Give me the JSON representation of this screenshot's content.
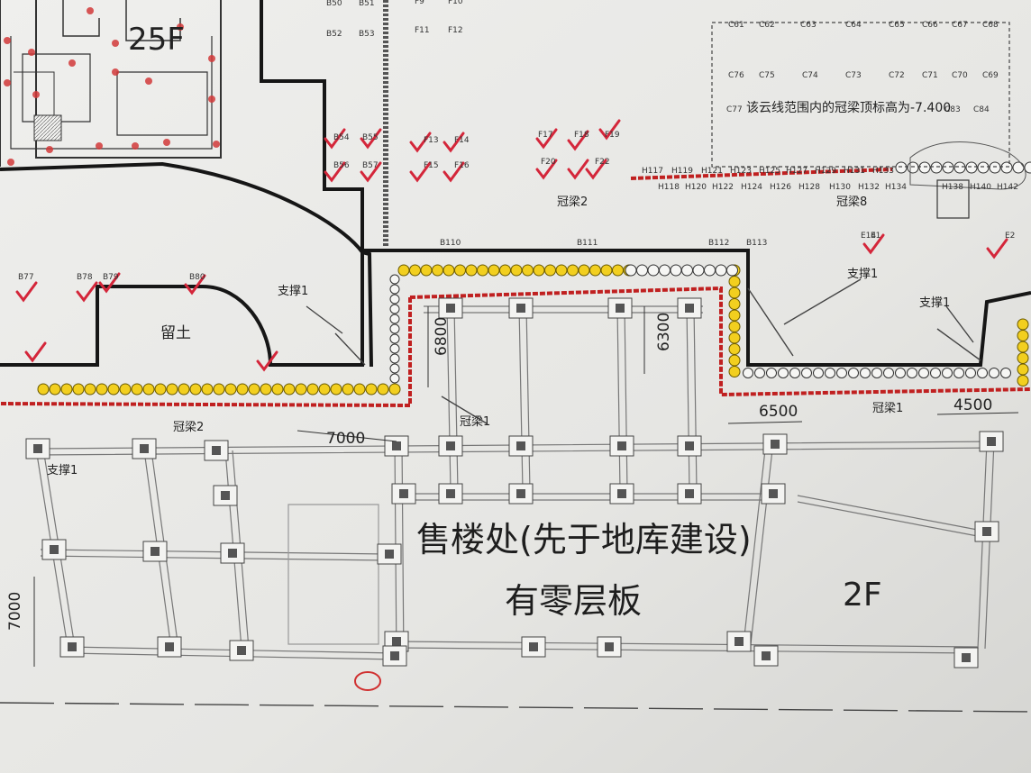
{
  "floors": {
    "top_left": "25F",
    "right": "2F"
  },
  "sales_office": {
    "line1": "售楼处(先于地库建设)",
    "line2": "有零层板"
  },
  "retained_soil": "留土",
  "note": "该云线范围内的冠梁顶标高为-7.400",
  "cap_beams": {
    "beam1": "冠梁1",
    "beam2": "冠梁2",
    "beam8": "冠梁8"
  },
  "supports": {
    "support1": "支撑1"
  },
  "dimensions": {
    "d6800": "6800",
    "d6300": "6300",
    "d7000": "7000",
    "d6500": "6500",
    "d4500": "4500"
  },
  "point_labels": {
    "top_b": [
      "B50",
      "B51",
      "B52",
      "B53",
      "B54",
      "B55",
      "B56",
      "B57"
    ],
    "top_f": [
      "F9",
      "F10",
      "F11",
      "F12",
      "F13",
      "F14",
      "F15",
      "F16",
      "F17",
      "F18",
      "F19",
      "F20",
      "F22"
    ],
    "c_row1": [
      "C61",
      "C62",
      "C63",
      "C64",
      "C65",
      "C66",
      "C67",
      "C68"
    ],
    "c_row2": [
      "C76",
      "C75",
      "C74",
      "C73",
      "C72",
      "C71",
      "C70",
      "C69"
    ],
    "c_row3": [
      "C77",
      "C83",
      "C84"
    ],
    "ring_b": [
      "B110",
      "B111",
      "B112",
      "B113"
    ],
    "left_b": [
      "B77",
      "B78",
      "B79",
      "B80"
    ],
    "h_row_top": [
      "H117",
      "H119",
      "H121",
      "H123",
      "H125",
      "H127",
      "H129",
      "H131",
      "H133"
    ],
    "h_row_bottom": [
      "H118",
      "H120",
      "H122",
      "H124",
      "H126",
      "H128",
      "H130",
      "H132",
      "H134",
      "H138",
      "H140",
      "H142"
    ],
    "e_marks": [
      "E1",
      "E2",
      "E14"
    ]
  }
}
